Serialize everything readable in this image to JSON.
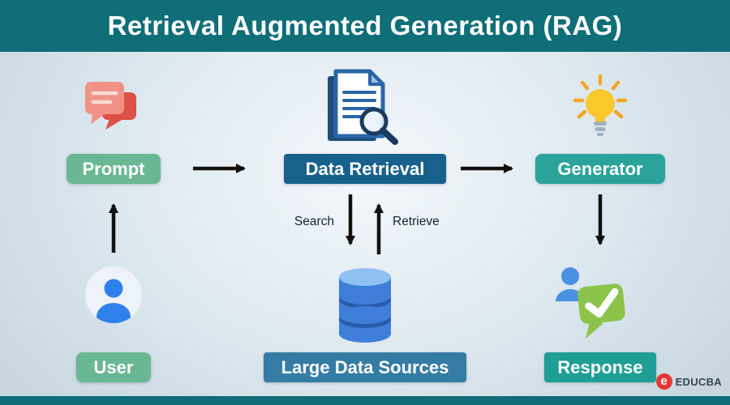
{
  "header": {
    "title": "Retrieval Augmented Generation (RAG)"
  },
  "nodes": {
    "prompt": {
      "label": "Prompt",
      "color": "#69b893",
      "icon": "chat-icon"
    },
    "data_retrieval": {
      "label": "Data Retrieval",
      "color": "#19618d",
      "icon": "document-search-icon"
    },
    "generator": {
      "label": "Generator",
      "color": "#2aa39a",
      "icon": "lightbulb-icon"
    },
    "user": {
      "label": "User",
      "color": "#69b893",
      "icon": "user-icon"
    },
    "large_data_sources": {
      "label": "Large Data Sources",
      "color": "#357ca5",
      "icon": "database-icon"
    },
    "response": {
      "label": "Response",
      "color": "#1f9e96",
      "icon": "response-check-icon"
    }
  },
  "edges": [
    {
      "from": "user",
      "to": "prompt",
      "label": ""
    },
    {
      "from": "prompt",
      "to": "data_retrieval",
      "label": ""
    },
    {
      "from": "data_retrieval",
      "to": "large_data_sources",
      "label": "Search"
    },
    {
      "from": "large_data_sources",
      "to": "data_retrieval",
      "label": "Retrieve"
    },
    {
      "from": "data_retrieval",
      "to": "generator",
      "label": ""
    },
    {
      "from": "generator",
      "to": "response",
      "label": ""
    }
  ],
  "logo": {
    "mark": "e",
    "text": "EDUCBA"
  },
  "colors": {
    "header_bar": "#0f6e78",
    "arrow": "#111111",
    "background_light": "#f3f8fb",
    "background_dark": "#c7d6e1"
  }
}
